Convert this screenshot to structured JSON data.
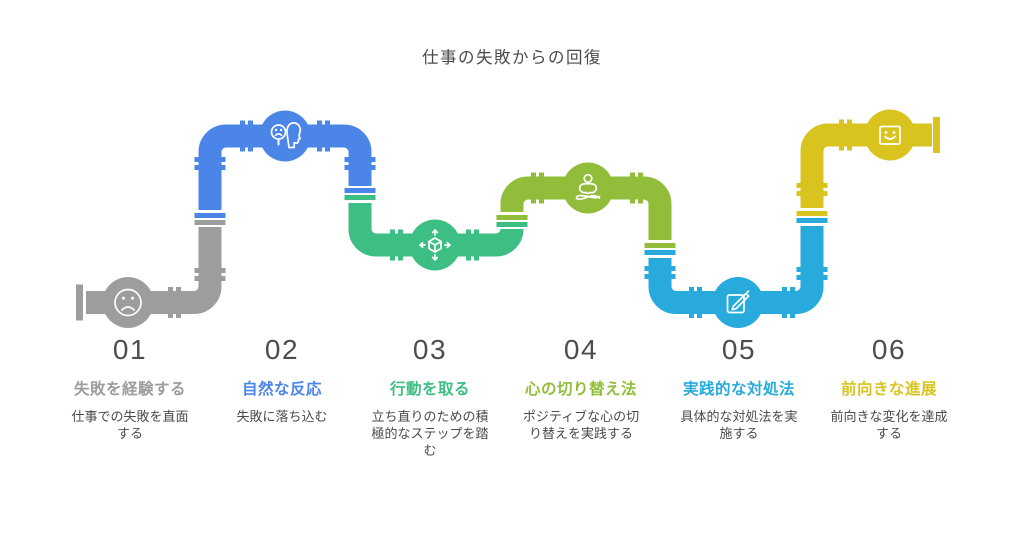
{
  "title": "仕事の失敗からの回復",
  "steps": [
    {
      "number": "01",
      "heading": "失敗を経験する",
      "description": "仕事での失敗を直面する",
      "color": "#9D9D9D",
      "icon": "sad-face"
    },
    {
      "number": "02",
      "heading": "自然な反応",
      "description": "失敗に落ち込む",
      "color": "#4B85E8",
      "icon": "magnifier-sad-face-head"
    },
    {
      "number": "03",
      "heading": "行動を取る",
      "description": "立ち直りのための積極的なステップを踏む",
      "color": "#3DBE82",
      "icon": "cube-arrows"
    },
    {
      "number": "04",
      "heading": "心の切り替え法",
      "description": "ポジティブな心の切り替えを実践する",
      "color": "#92BD3B",
      "icon": "meditation"
    },
    {
      "number": "05",
      "heading": "実践的な対処法",
      "description": "具体的な対処法を実施する",
      "color": "#28AADC",
      "icon": "pen-note"
    },
    {
      "number": "06",
      "heading": "前向きな進展",
      "description": "前向きな変化を達成する",
      "color": "#D9C41F",
      "icon": "smiley-square"
    }
  ]
}
